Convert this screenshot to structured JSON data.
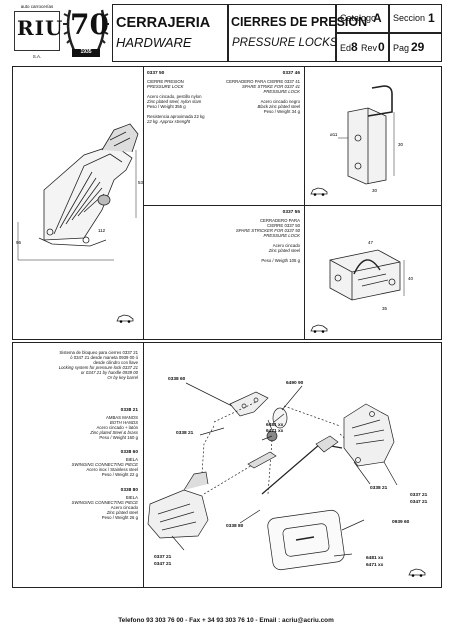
{
  "header": {
    "brand": "auto carrocerías",
    "logo_text": "RIU",
    "logo_sub": "S.A.",
    "badge_number": "70",
    "badge_year": "1935",
    "category_es": "CERRAJERIA",
    "category_en": "HARDWARE",
    "section_es": "CIERRES DE PRESION",
    "section_en": "PRESSURE LOCKS",
    "catalog_label": "Catalogo",
    "catalog_value": "A",
    "seccion_label": "Seccion",
    "seccion_value": "1",
    "ed_label": "Ed",
    "ed_value": "8",
    "rev_label": "Rev",
    "rev_value": "0",
    "pag_label": "Pag",
    "pag_value": "29"
  },
  "product_0337_50": {
    "code": "0337 50",
    "lines": [
      "CIERRE PRESION",
      "PRESSURE LOCK",
      "",
      "Acero cincado, pestillo nylon",
      "Zinc plated steel, nylon slam",
      "Peso / Weight 355 g",
      "",
      "Resistencia aproximada 22 kg",
      "22 kg. Approx strenght"
    ],
    "dims": [
      "53",
      "112",
      "96"
    ]
  },
  "product_0337_46": {
    "code": "0337 46",
    "lines": [
      "CERRADERO PARA CIERRE 0337 41",
      "SPARE STRIKE FOR 0337 41",
      "PRESSURE LOCK",
      "",
      "Acero cincado negro",
      "Black zinc plated steel",
      "Peso / Weight  34  g"
    ],
    "dims": [
      "30",
      "30",
      "ø11"
    ]
  },
  "product_0337_55": {
    "code": "0337 55",
    "lines": [
      "CERRADERO PARA",
      "CIERRE 0337 50",
      "SPARE STRICKER FOR 0337 50",
      "PRESSURE LOCK",
      "",
      "Acero cincado",
      "Zinc plated steel",
      "",
      "Peso / Weigth  105 g"
    ],
    "dims": [
      "47",
      "40",
      "35"
    ]
  },
  "system": {
    "intro": [
      "Sistema de bloqueo para cierres 0337 21",
      "ó 0347 21 desde maneta 0939 00 ó",
      "desde cilindro con llave",
      "Locking system for pressure lock 0337 21",
      "or 0347 21 by handle 0939 00",
      "Or by key barrel"
    ],
    "items": [
      {
        "code": "0338 21",
        "lines": [
          "AMBAS MANOS",
          "BOTH HANDS",
          "Acero cincado + latón",
          "Zinc plated Steel & brass",
          "Peso / Weight 160 g"
        ]
      },
      {
        "code": "0338 60",
        "lines": [
          "BIELA",
          "SWINGING CONNECTING PIECE",
          "Acero inox / Stainless steel",
          "Peso / Weight   22 g"
        ]
      },
      {
        "code": "0338 80",
        "lines": [
          "BIELA",
          "SWINGING CONNECTING PIECE",
          "Acero cincado",
          "Zinc plated steel",
          "Peso / Weight  26  g"
        ]
      }
    ],
    "callouts": {
      "c_033860": "0338 60",
      "c_649090": "6490 90",
      "c_033821_left": "0338 21",
      "c_6481": "6481 xx",
      "c_6471": "6471 xx",
      "c_033821_right": "0338 21",
      "c_033721_r1": "0337 21",
      "c_034721_r1": "0347 21",
      "c_033880": "0338 80",
      "c_093960": "0939 60",
      "c_033721_b": "0337 21",
      "c_034721_b": "0347 21",
      "c_6481_b": "6481 xx",
      "c_6471_b": "6471 xx"
    }
  },
  "footer": {
    "text": "Telefono 93 303 76 00  - Fax  + 34 93 303 76 10 - Email : acriu@acriu.com"
  }
}
